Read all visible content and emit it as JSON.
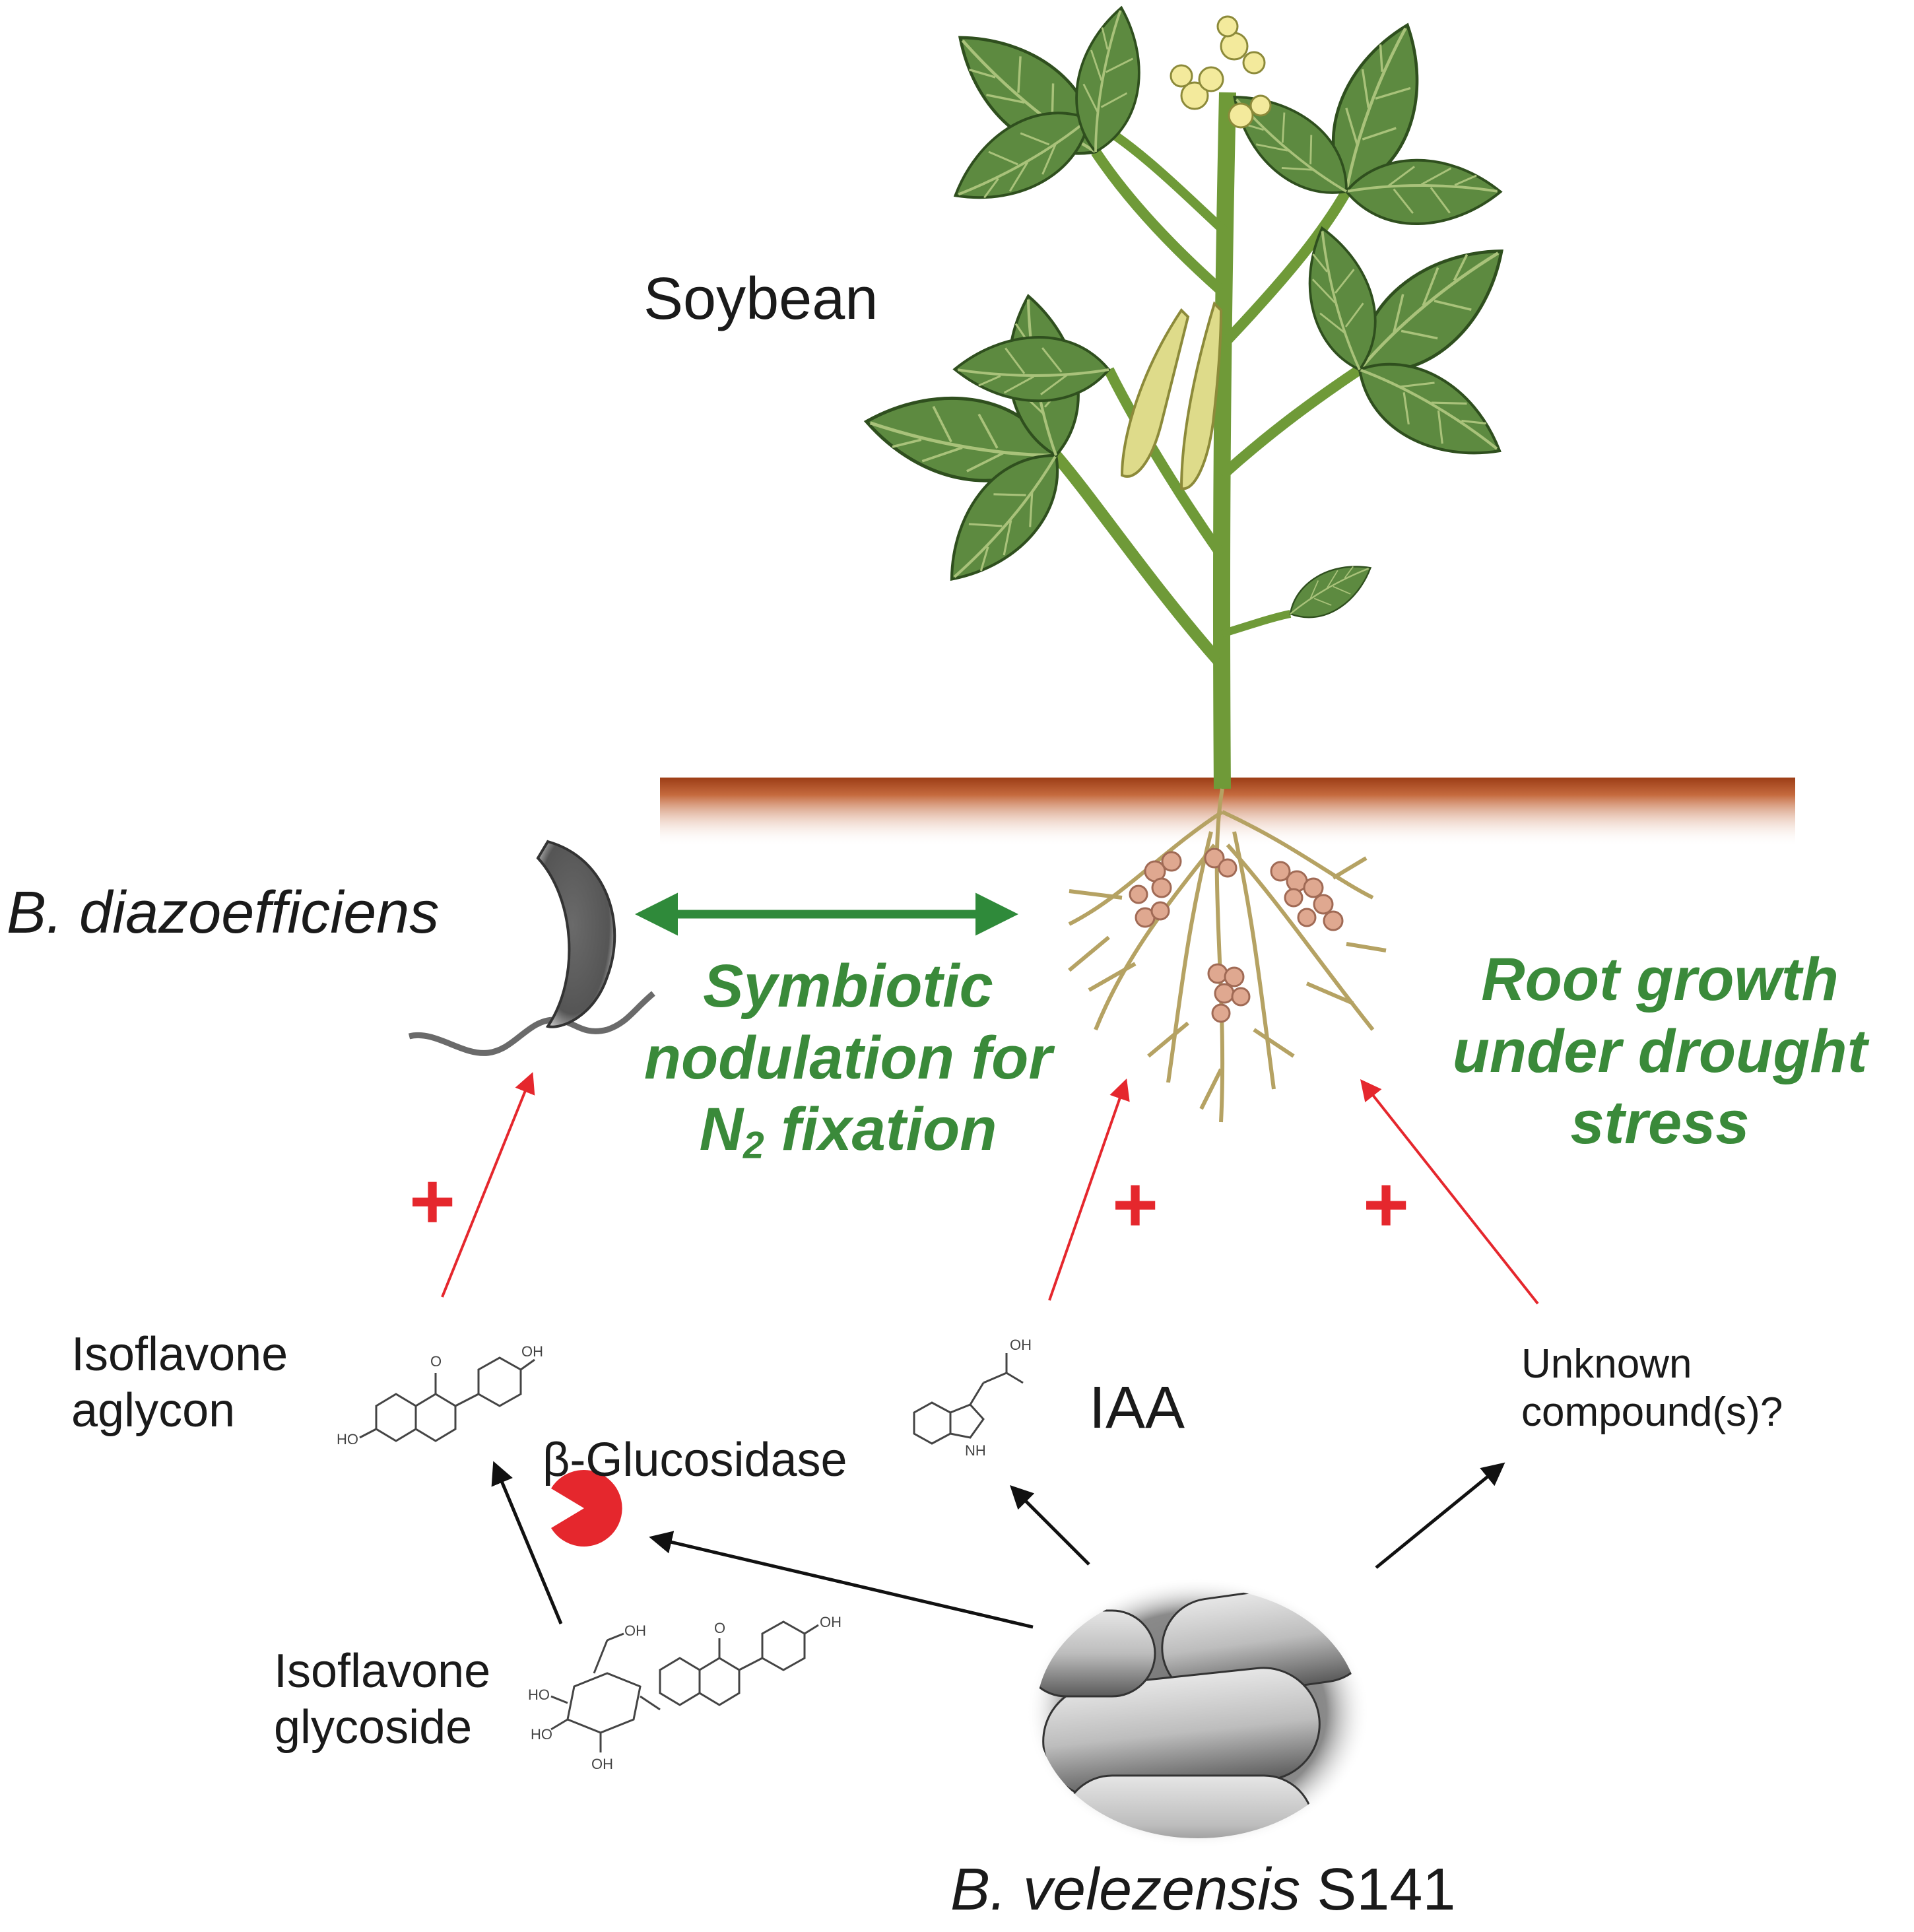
{
  "labels": {
    "soybean": "Soybean",
    "b_diazo": "B. diazoefficiens",
    "symbiotic_line1": "Symbiotic",
    "symbiotic_line2": "nodulation for",
    "n2": "N",
    "n2_sub": "2",
    "fixation": " fixation",
    "root_line1": "Root growth",
    "root_line2": "under drought",
    "root_line3": "stress",
    "aglycon_line1": "Isoflavone",
    "aglycon_line2": "aglycon",
    "glycoside_line1": "Isoflavone",
    "glycoside_line2": "glycoside",
    "glucosidase": "β-Glucosidase",
    "iaa": "IAA",
    "unknown_line1": "Unknown",
    "unknown_line2": "compound(s)?",
    "b_vel_italic": "B. velezensis",
    "b_vel_strain": " S141",
    "plus": "+"
  },
  "chem_labels": {
    "oh": "OH",
    "ho": "HO",
    "o": "O",
    "nh": "NH"
  },
  "colors": {
    "green_text": "#3a8a3a",
    "green_arrow": "#2f8a3a",
    "plus_red": "#e5272d",
    "leaf_fill": "#5d8a40",
    "leaf_dark": "#3f6b2a",
    "stem": "#7aa23f",
    "flower": "#f3ea9c",
    "pod": "#dedb8a",
    "soil_top": "#a4441c",
    "root": "#b5a263",
    "nodule": "#dfa890",
    "pacman_red": "#e5272d"
  },
  "icons": {
    "enzyme": "pacman-icon",
    "bacterium": "rod-bacterium-icon"
  }
}
